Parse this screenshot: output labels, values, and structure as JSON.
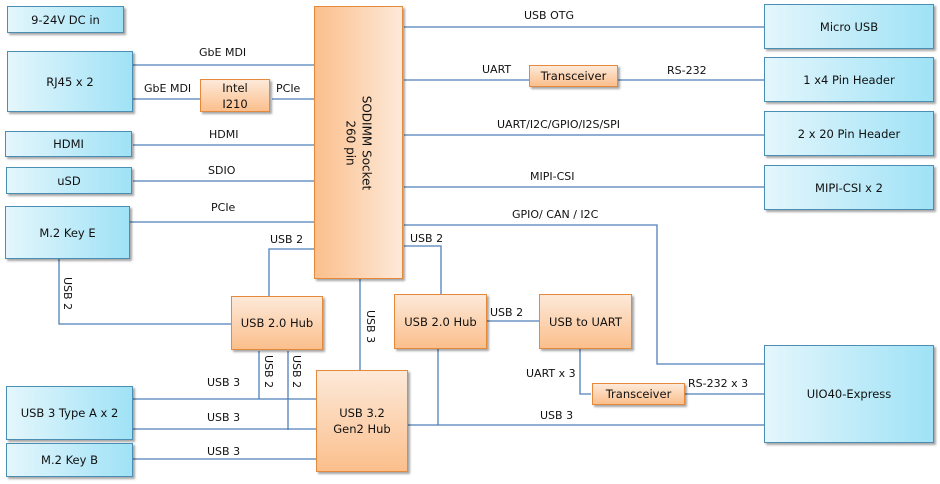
{
  "blocks": {
    "dc_in": "9-24V DC in",
    "rj45": "RJ45 x 2",
    "intel": [
      "Intel",
      "I210"
    ],
    "hdmi": "HDMI",
    "usd": "uSD",
    "m2_key_e": "M.2 Key E",
    "usb3_type_a": "USB 3 Type A x 2",
    "m2_key_b": "M.2 Key B",
    "sodimm": [
      "SODIMM Socket",
      "260 pin"
    ],
    "usb20_hub_left": "USB 2.0 Hub",
    "usb20_hub_right": "USB 2.0 Hub",
    "usb32_hub": [
      "USB 3.2",
      "Gen2 Hub"
    ],
    "usb_to_uart": "USB to UART",
    "transceiver_top": "Transceiver",
    "transceiver_bottom": "Transceiver",
    "micro_usb": "Micro USB",
    "pin_header_1x4": "1 x4 Pin Header",
    "pin_header_2x20": "2 x 20 Pin Header",
    "mipi_csi_x2": "MIPI-CSI x 2",
    "uio40": "UIO40-Express"
  },
  "labels": {
    "gbe_mdi_top": "GbE MDI",
    "gbe_mdi_bottom": "GbE MDI",
    "pcie_intel": "PCIe",
    "hdmi": "HDMI",
    "sdio": "SDIO",
    "pcie_m2e": "PCIe",
    "usb2_sodimm_left": "USB 2",
    "usb2_m2e": "USB 2",
    "usb3_sodimm": "USB 3",
    "usb2_hub_a": "USB 2",
    "usb2_hub_b": "USB 2",
    "usb3_typea_1": "USB 3",
    "usb3_typea_2": "USB 3",
    "usb3_m2b": "USB 3",
    "usb_otg": "USB OTG",
    "uart": "UART",
    "rs232": "RS-232",
    "uart_i2c": "UART/I2C/GPIO/I2S/SPI",
    "mipi_csi": "MIPI-CSI",
    "gpio_can": "GPIO/ CAN  / I2C",
    "usb2_sodimm_right": "USB 2",
    "usb2_hub_uart": "USB 2",
    "uart_x3": "UART  x 3",
    "rs232_x3": "RS-232 x 3",
    "usb3_uio": "USB 3"
  },
  "colors": {
    "connector_fill": "#9fe2f6",
    "chip_fill": "#fbbf8c",
    "line": "#4f7fb8"
  }
}
